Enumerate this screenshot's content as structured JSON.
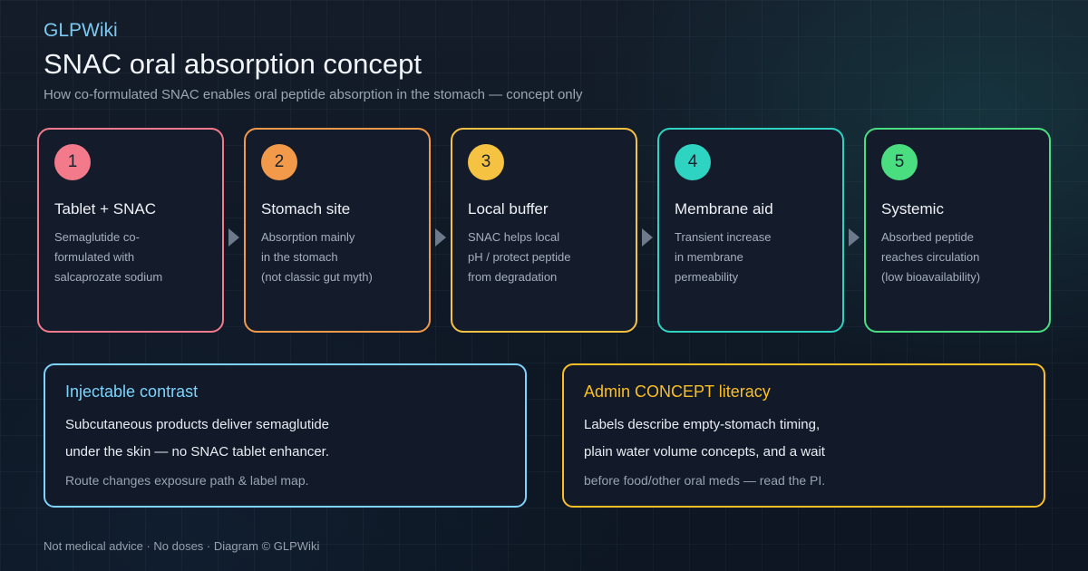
{
  "brand": "GLPWiki",
  "title": "SNAC oral absorption concept",
  "subtitle": "How co-formulated SNAC enables oral peptide absorption in the stomach — concept only",
  "steps": [
    {
      "number": "1",
      "title": "Tablet + SNAC",
      "lines": [
        "Semaglutide co-",
        "formulated with",
        "salcaprozate sodium"
      ],
      "color": "#f27a8a"
    },
    {
      "number": "2",
      "title": "Stomach site",
      "lines": [
        "Absorption mainly",
        "in the stomach",
        "(not classic gut myth)"
      ],
      "color": "#f2994a"
    },
    {
      "number": "3",
      "title": "Local buffer",
      "lines": [
        "SNAC helps local",
        "pH / protect peptide",
        "from degradation"
      ],
      "color": "#f5c242"
    },
    {
      "number": "4",
      "title": "Membrane aid",
      "lines": [
        "Transient increase",
        "in membrane",
        "permeability"
      ],
      "color": "#2ed3c2"
    },
    {
      "number": "5",
      "title": "Systemic",
      "lines": [
        "Absorbed peptide",
        "reaches circulation",
        "(low bioavailability)"
      ],
      "color": "#4ade80"
    }
  ],
  "injectable": {
    "title": "Injectable contrast",
    "line1": "Subcutaneous products deliver semaglutide",
    "line2": "under the skin — no SNAC tablet enhancer.",
    "note": "Route changes exposure path & label map.",
    "color": "#7dd3fc"
  },
  "admin": {
    "title": "Admin CONCEPT literacy",
    "line1": "Labels describe empty-stomach timing,",
    "line2": "plain water volume concepts, and a wait",
    "note": "before food/other oral meds — read the PI.",
    "color": "#fbbf24"
  },
  "footer": "Not medical advice · No doses · Diagram © GLPWiki"
}
